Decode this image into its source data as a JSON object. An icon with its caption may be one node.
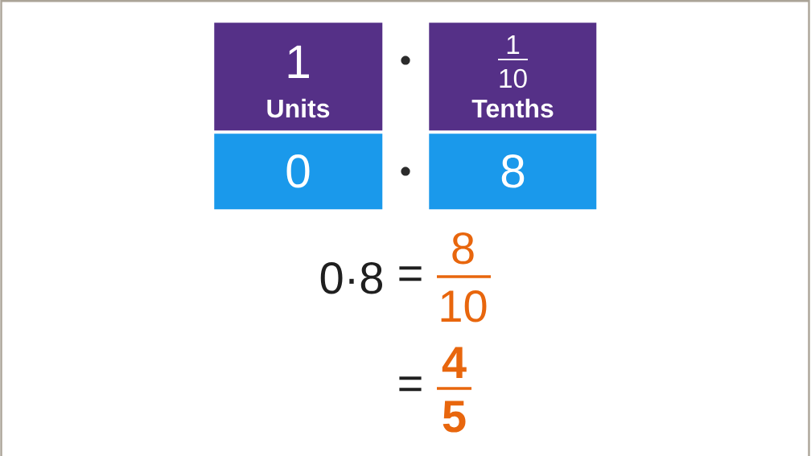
{
  "diagram": {
    "nodes": [
      {
        "text": [
          "1",
          "Units"
        ]
      },
      {
        "text": [
          "1",
          "10",
          "Tenths"
        ]
      },
      {
        "text": [
          "0"
        ]
      },
      {
        "text": [
          "8"
        ]
      }
    ],
    "labels": [
      "0·8",
      "=",
      "8",
      "10",
      "=",
      "4",
      "5"
    ]
  }
}
